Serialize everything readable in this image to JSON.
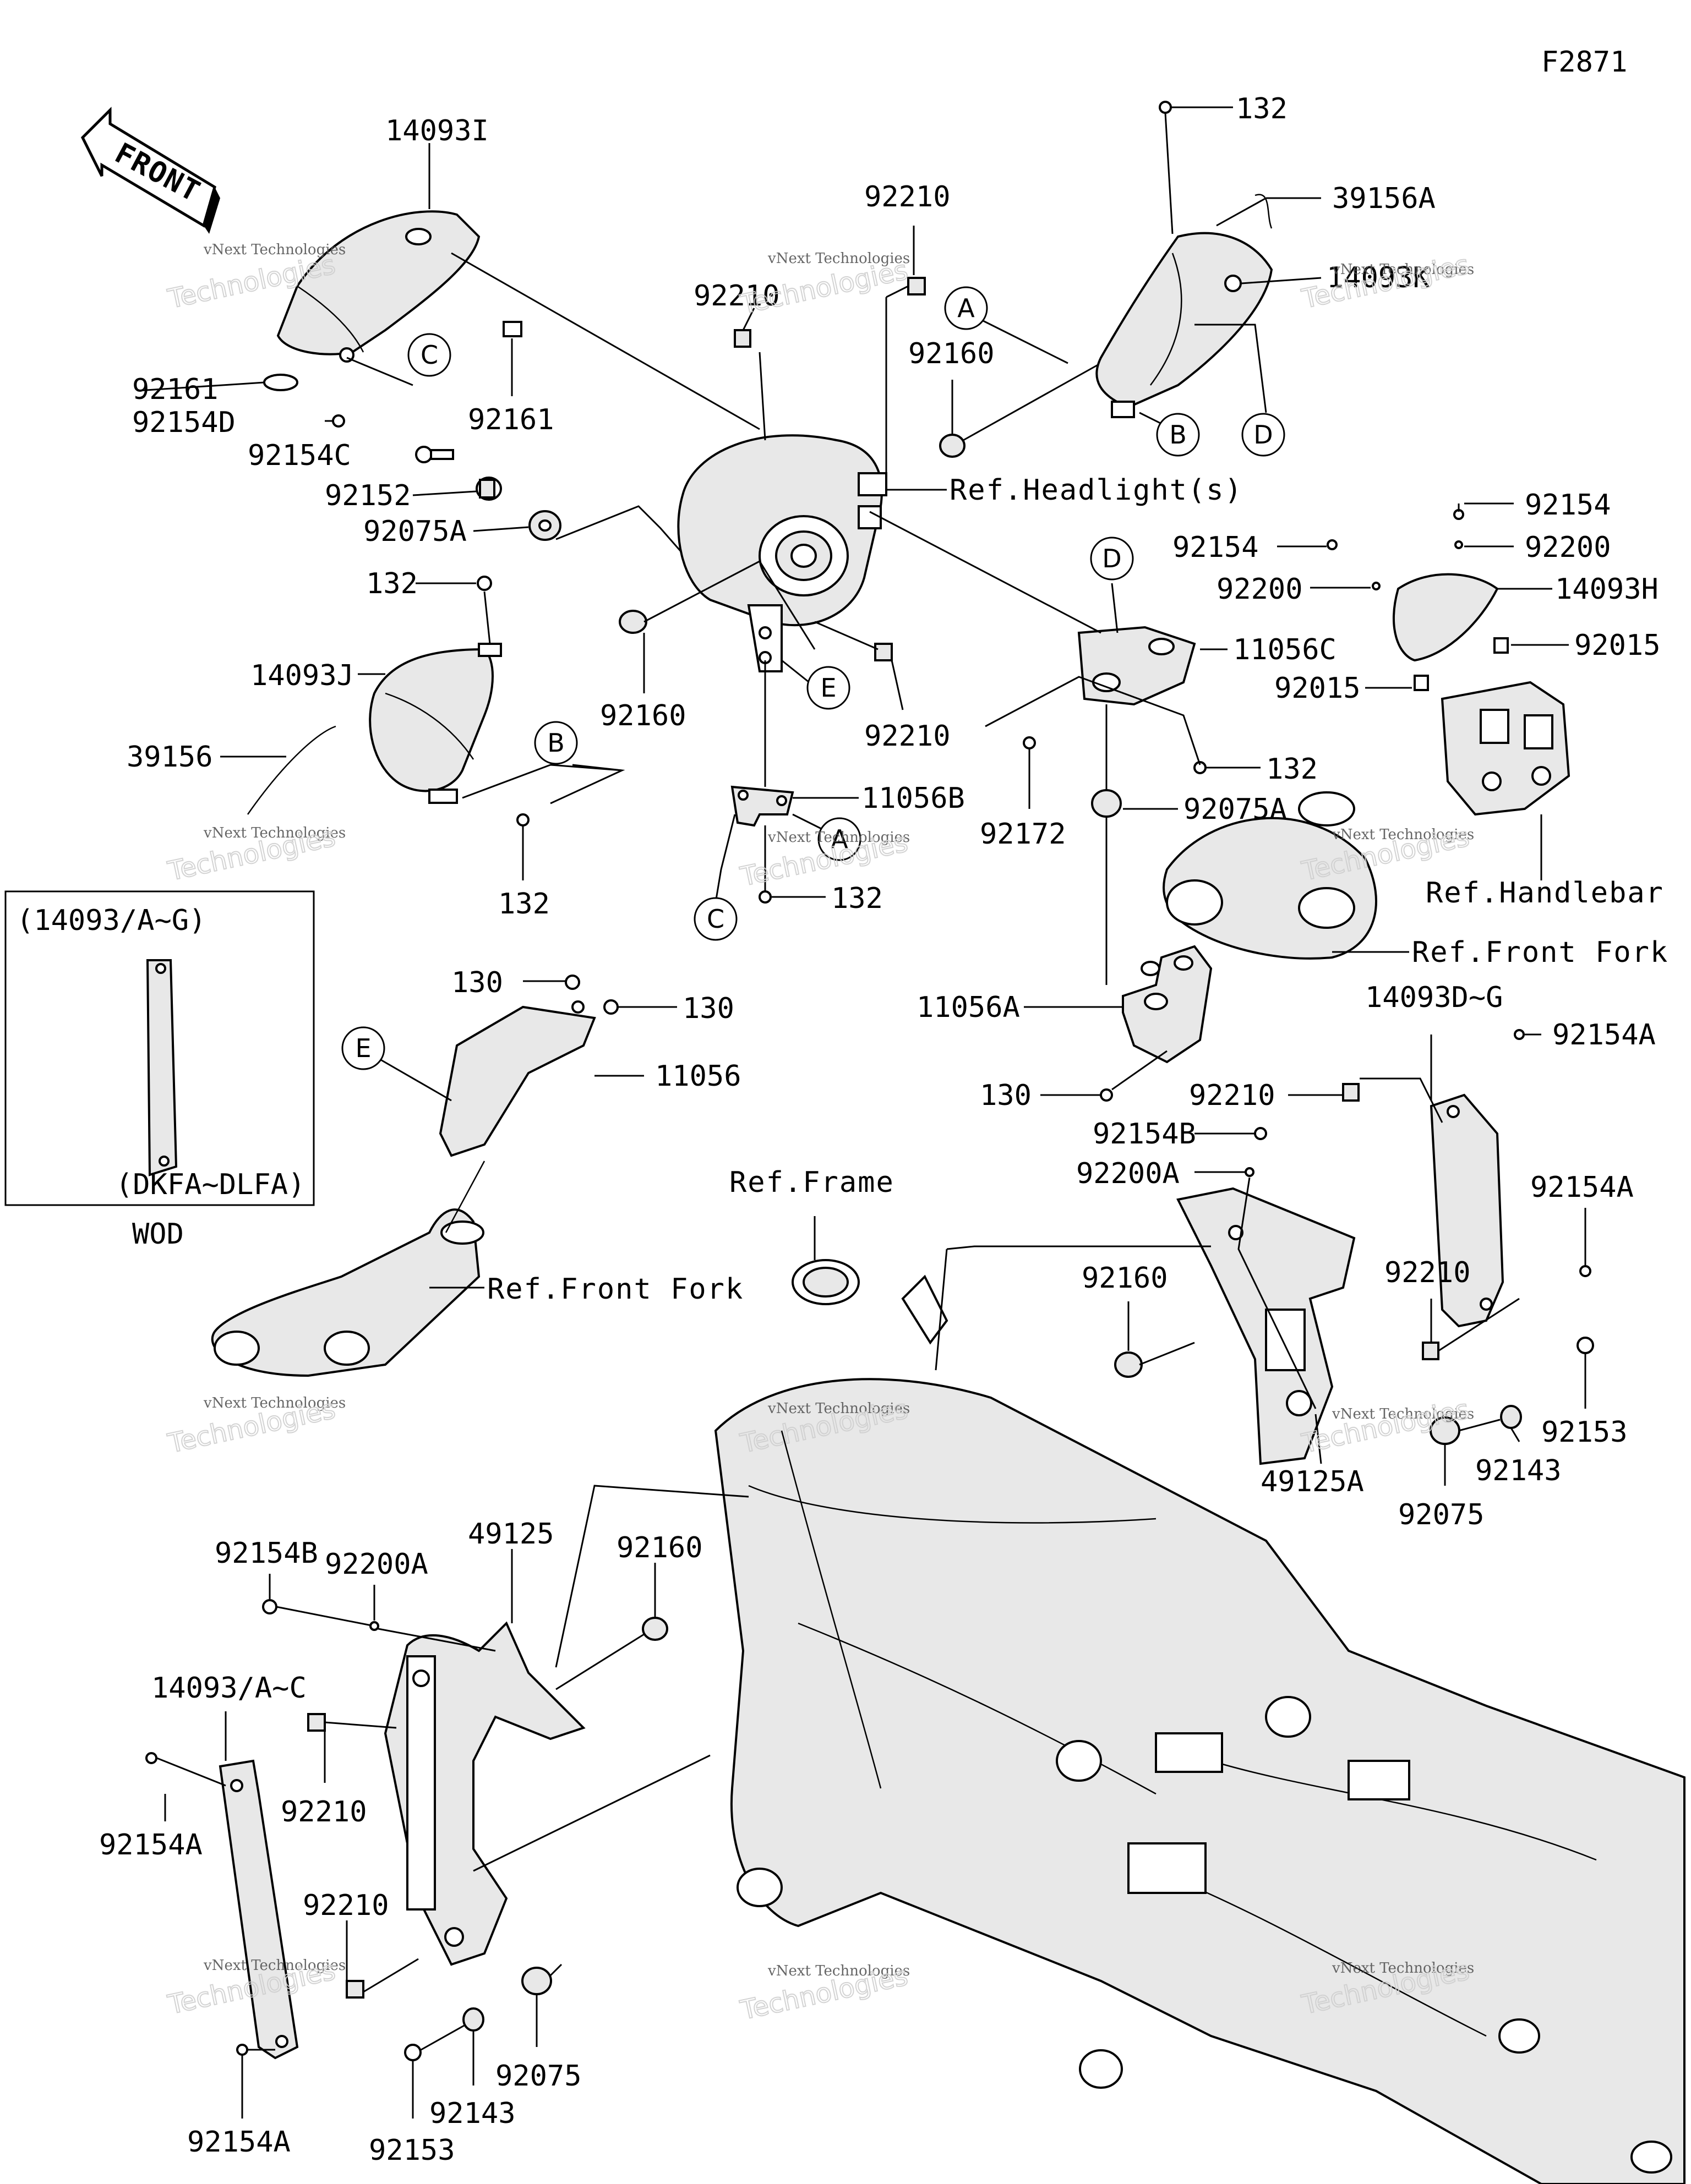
{
  "figure_code": "F2871",
  "front_arrow": "FRONT",
  "watermark": {
    "line1": "vNext Technologies",
    "line2": "Technologies",
    "line3": "vNext"
  },
  "inset": {
    "title": "(14093/A~G)",
    "subtitle": "(DKFA~DLFA)",
    "caption": "WOD"
  },
  "callouts": [
    "A",
    "B",
    "C",
    "D",
    "E"
  ],
  "part_labels": {
    "p14093I": "14093I",
    "p92161a": "92161",
    "p92154D": "92154D",
    "p92161b": "92161",
    "p92154C": "92154C",
    "p92152": "92152",
    "p92075A_a": "92075A",
    "p132_a": "132",
    "p14093J": "14093J",
    "p39156": "39156",
    "p132_b": "132",
    "p92160_a": "92160",
    "p92210_a": "92210",
    "p92210_b": "92210",
    "p92160_b": "92160",
    "p92210_c": "92210",
    "p11056B": "11056B",
    "p132_c": "132",
    "p132_d": "132",
    "p39156A": "39156A",
    "p14093K": "14093K",
    "p92154_a": "92154",
    "p92200_a": "92200",
    "p92154_b": "92154",
    "p92200_b": "92200",
    "p14093H": "14093H",
    "p92015_a": "92015",
    "p92015_b": "92015",
    "p11056C": "11056C",
    "p132_e": "132",
    "p92172": "92172",
    "p92075A_b": "92075A",
    "p11056A": "11056A",
    "p130_a": "130",
    "p130_b": "130",
    "p130_c": "130",
    "p11056": "11056",
    "p14093DG": "14093D~G",
    "p92154A_a": "92154A",
    "p92210_d": "92210",
    "p92154B_a": "92154B",
    "p92200A_a": "92200A",
    "p92154A_b": "92154A",
    "p92160_c": "92160",
    "p92210_e": "92210",
    "p92143_a": "92143",
    "p92153_a": "92153",
    "p92075_a": "92075",
    "p49125A": "49125A",
    "p92154B_b": "92154B",
    "p92200A_b": "92200A",
    "p49125": "49125",
    "p92160_d": "92160",
    "p14093AC": "14093/A~C",
    "p92210_f": "92210",
    "p92154A_c": "92154A",
    "p92210_g": "92210",
    "p92154A_d": "92154A",
    "p92143_b": "92143",
    "p92075_b": "92075",
    "p92153_b": "92153"
  },
  "references": {
    "headlight": "Ref.Headlight(s)",
    "handlebar": "Ref.Handlebar",
    "front_fork_a": "Ref.Front Fork",
    "front_fork_b": "Ref.Front Fork",
    "frame": "Ref.Frame"
  }
}
